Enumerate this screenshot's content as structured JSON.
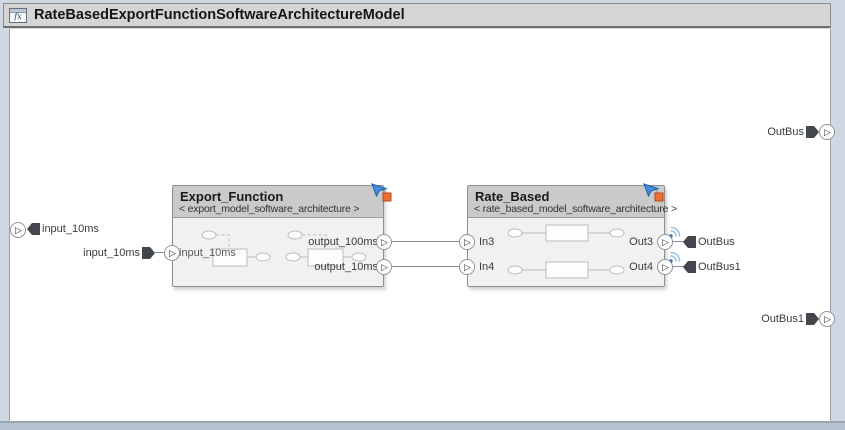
{
  "window": {
    "title": "RateBasedExportFunctionSoftwareArchitectureModel"
  },
  "boundary_ports": {
    "input": {
      "label": "input_10ms"
    },
    "output_top": {
      "label": "OutBus"
    },
    "output_bottom": {
      "label": "OutBus1"
    }
  },
  "blocks": [
    {
      "title": "Export_Function",
      "subtitle": "< export_model_software_architecture >",
      "external_input_label": "input_10ms",
      "ports": {
        "in": "input_10ms",
        "out_top": "output_100ms",
        "out_bottom": "output_10ms"
      }
    },
    {
      "title": "Rate_Based",
      "subtitle": "< rate_based_model_software_architecture >",
      "ports": {
        "in_top": "In3",
        "in_bottom": "In4",
        "out_top": "Out3",
        "out_bottom": "Out4"
      },
      "wireless_tags": {
        "top": "OutBus",
        "bottom": "OutBus1"
      }
    }
  ],
  "icons": {
    "titlebar": "model-window-icon",
    "badge_arrow": "export-function-badge-icon",
    "badge_square": "sample-time-badge-icon",
    "wireless": "wireless-signal-icon",
    "port_glyph": "port-arrow-icon",
    "tag": "connection-tag-icon"
  },
  "colors": {
    "frame": "#cfd8e2",
    "bottom_strip": "#b3c1d0",
    "titlebar": "#d5d5d5",
    "canvas": "#ffffff",
    "block_header": "#cacaca",
    "block_body": "#f1f1f1",
    "badge_blue": "#4490d8",
    "badge_orange": "#ed6f33",
    "wireless_blue": "#9fc2de",
    "tag_dark": "#43474c"
  }
}
